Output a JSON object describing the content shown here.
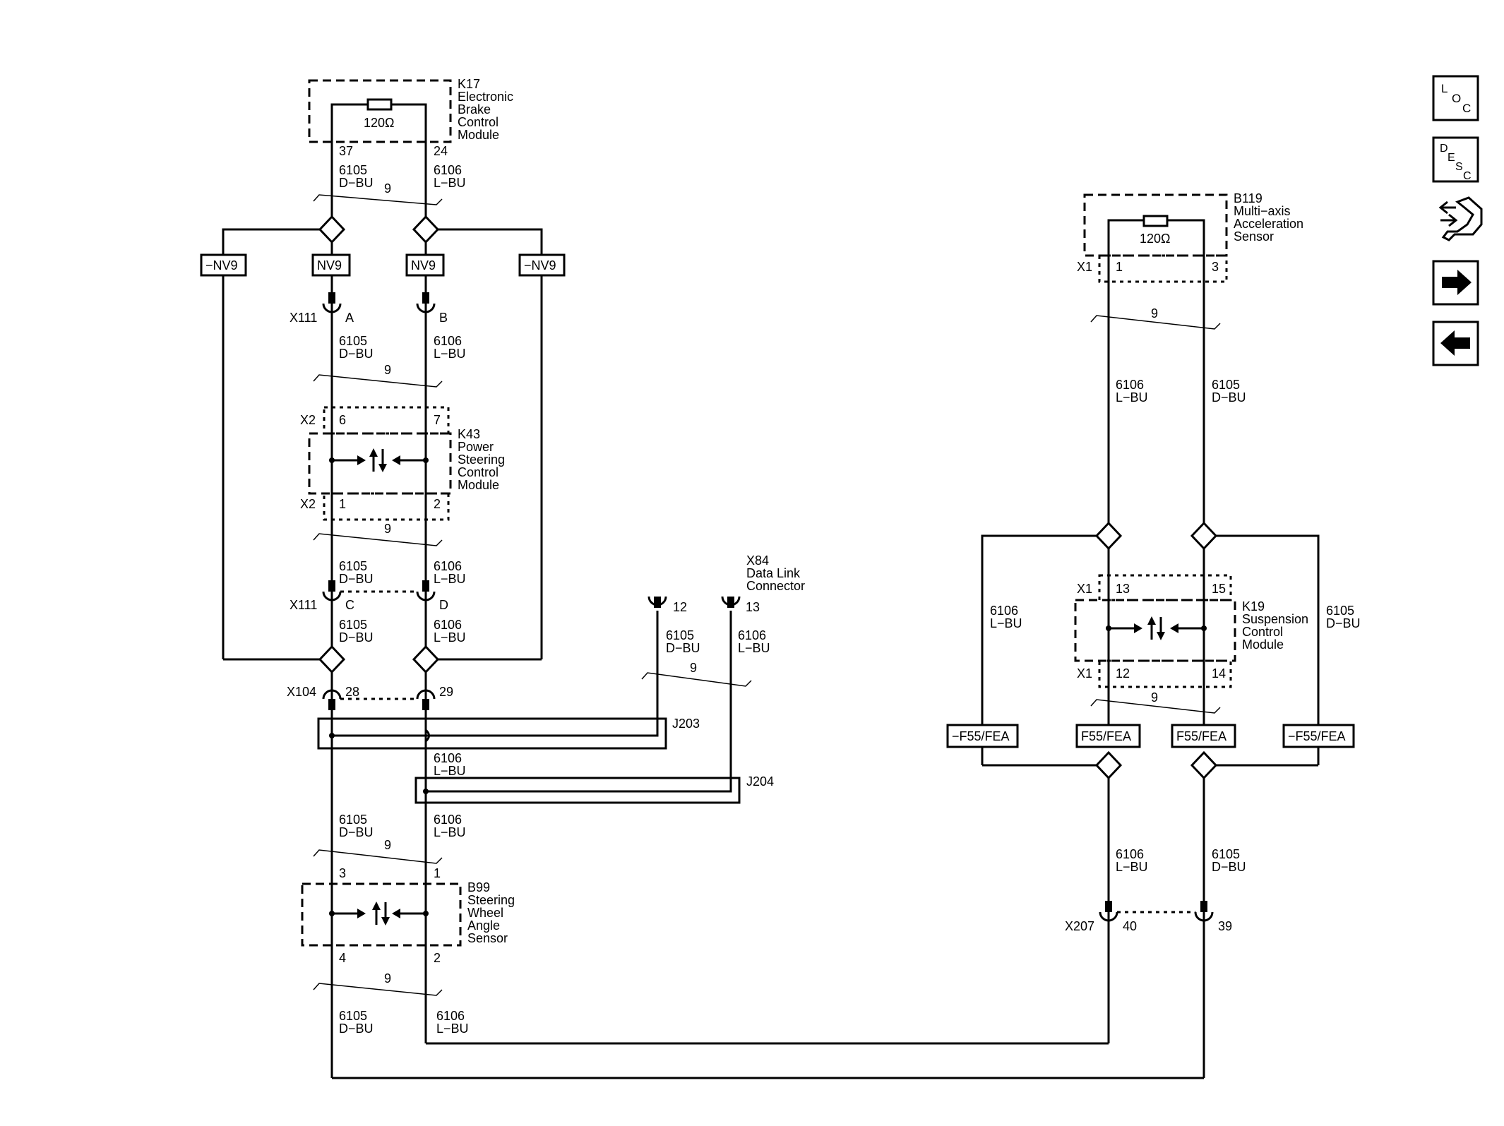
{
  "modules": {
    "k17": {
      "lines": [
        "K17",
        "Electronic",
        "Brake",
        "Control",
        "Module"
      ],
      "resistor": "120Ω",
      "pin_left": "37",
      "pin_right": "24"
    },
    "k43": {
      "lines": [
        "K43",
        "Power",
        "Steering",
        "Control",
        "Module"
      ],
      "connector_top": "X2",
      "connector_bottom": "X2",
      "pin_tl": "6",
      "pin_tr": "7",
      "pin_bl": "1",
      "pin_br": "2"
    },
    "b99": {
      "lines": [
        "B99",
        "Steering",
        "Wheel",
        "Angle",
        "Sensor"
      ],
      "pin_tl": "3",
      "pin_tr": "1",
      "pin_bl": "4",
      "pin_br": "2"
    },
    "b119": {
      "lines": [
        "B119",
        "Multi−axis",
        "Acceleration",
        "Sensor"
      ],
      "resistor": "120Ω",
      "connector": "X1",
      "pin_left": "1",
      "pin_right": "3"
    },
    "k19": {
      "lines": [
        "K19",
        "Suspension",
        "Control",
        "Module"
      ],
      "connector_top": "X1",
      "connector_bottom": "X1",
      "pin_tl": "13",
      "pin_tr": "15",
      "pin_bl": "12",
      "pin_br": "14"
    },
    "x84": {
      "lines": [
        "X84",
        "Data Link",
        "Connector"
      ],
      "pin_left": "12",
      "pin_right": "13"
    }
  },
  "connectors": {
    "x111_top": {
      "name": "X111",
      "pin_left": "A",
      "pin_right": "B"
    },
    "x111_bottom": {
      "name": "X111",
      "pin_left": "C",
      "pin_right": "D"
    },
    "x104": {
      "name": "X104",
      "pin_left": "28",
      "pin_right": "29"
    },
    "x207": {
      "name": "X207",
      "pin_left": "40",
      "pin_right": "39"
    }
  },
  "splices": {
    "j203": "J203",
    "j204": "J204"
  },
  "wires": {
    "c6105": "6105",
    "c6106": "6106",
    "dbu": "D−BU",
    "lbu": "L−BU",
    "data_class": "9"
  },
  "options": {
    "nv9": "NV9",
    "not_nv9": "−NV9",
    "f55": "F55/FEA",
    "not_f55": "−F55/FEA"
  },
  "nav": {
    "loc": [
      "L",
      "O",
      "C"
    ],
    "desc": [
      "D",
      "E",
      "S",
      "C"
    ]
  },
  "icons": [
    "loc-icon",
    "desc-icon",
    "connector-tool-icon",
    "next-arrow-icon",
    "previous-arrow-icon"
  ]
}
